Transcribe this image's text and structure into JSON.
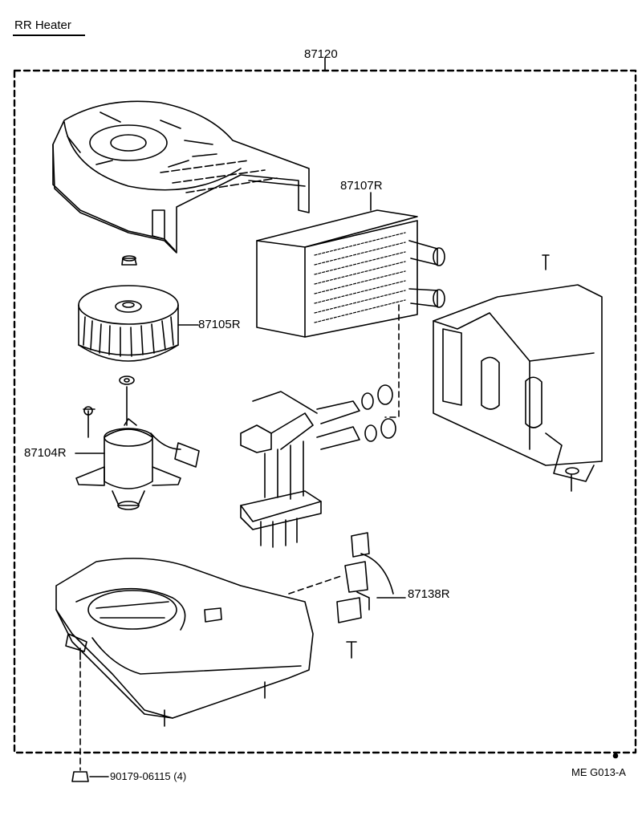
{
  "header": {
    "title": "RR  Heater"
  },
  "assembly": {
    "part_number": "87120"
  },
  "parts": {
    "radiator": "87107R",
    "fan": "87105R",
    "motor": "87104R",
    "wiring": "87138R",
    "nut": "90179-06115 (4)"
  },
  "footer": {
    "code": "ME  G013-A"
  }
}
